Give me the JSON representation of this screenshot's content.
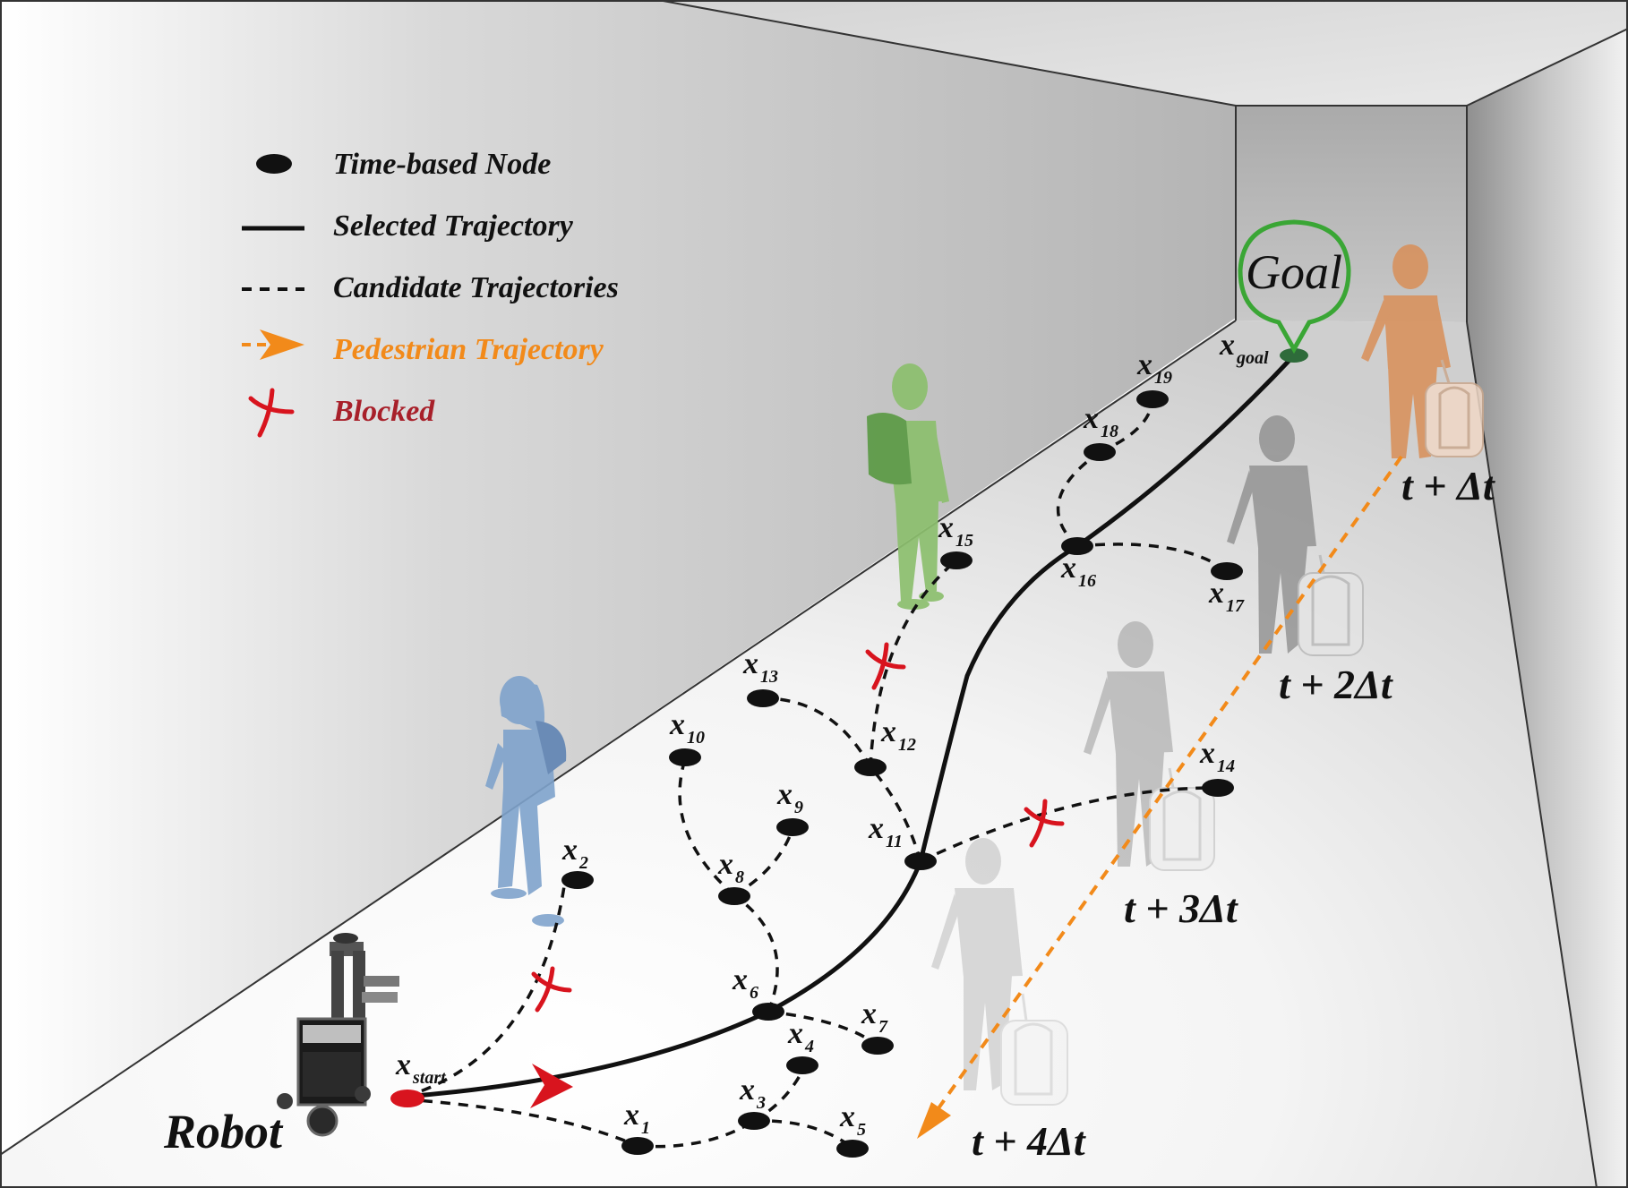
{
  "legend": {
    "node": "Time-based Node",
    "selected": "Selected Trajectory",
    "candidate": "Candidate Trajectories",
    "pedestrian": "Pedestrian Trajectory",
    "blocked": "Blocked"
  },
  "goal_label": "Goal",
  "robot_label": "Robot",
  "nodes": {
    "start": {
      "base": "x",
      "sub": "start"
    },
    "goal": {
      "base": "x",
      "sub": "goal"
    },
    "n1": {
      "base": "x",
      "sub": "1"
    },
    "n2": {
      "base": "x",
      "sub": "2"
    },
    "n3": {
      "base": "x",
      "sub": "3"
    },
    "n4": {
      "base": "x",
      "sub": "4"
    },
    "n5": {
      "base": "x",
      "sub": "5"
    },
    "n6": {
      "base": "x",
      "sub": "6"
    },
    "n7": {
      "base": "x",
      "sub": "7"
    },
    "n8": {
      "base": "x",
      "sub": "8"
    },
    "n9": {
      "base": "x",
      "sub": "9"
    },
    "n10": {
      "base": "x",
      "sub": "10"
    },
    "n11": {
      "base": "x",
      "sub": "11"
    },
    "n12": {
      "base": "x",
      "sub": "12"
    },
    "n13": {
      "base": "x",
      "sub": "13"
    },
    "n14": {
      "base": "x",
      "sub": "14"
    },
    "n15": {
      "base": "x",
      "sub": "15"
    },
    "n16": {
      "base": "x",
      "sub": "16"
    },
    "n17": {
      "base": "x",
      "sub": "17"
    },
    "n18": {
      "base": "x",
      "sub": "18"
    },
    "n19": {
      "base": "x",
      "sub": "19"
    }
  },
  "time_labels": {
    "t1": "t + Δt",
    "t2": "t + 2Δt",
    "t3": "t + 3Δt",
    "t4": "t + 4Δt"
  },
  "colors": {
    "selected": "#111111",
    "candidate": "#111111",
    "pedestrian": "#f28a1a",
    "blocked": "#d8141e",
    "blocked_text": "#a8202a",
    "goal": "#3aa635",
    "start_node": "#d8141e",
    "ped_blue": "#7fa3cc",
    "ped_green": "#8cbf6e",
    "ped_orange": "#d98f58"
  }
}
